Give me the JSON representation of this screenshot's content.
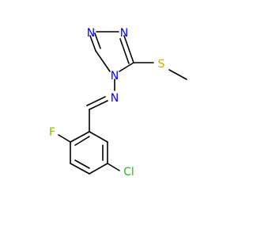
{
  "molecule": {
    "atoms": [
      {
        "id": "N1",
        "label": "N",
        "color": "#0000ff"
      },
      {
        "id": "N2",
        "label": "N",
        "color": "#0000ff"
      },
      {
        "id": "N4",
        "label": "N",
        "color": "#0000ff"
      },
      {
        "id": "Nim",
        "label": "N",
        "color": "#0000ff"
      },
      {
        "id": "S",
        "label": "S",
        "color": "#c8b400"
      },
      {
        "id": "F",
        "label": "F",
        "color": "#7fbf00"
      },
      {
        "id": "Cl",
        "label": "Cl",
        "color": "#2eb82e"
      }
    ],
    "bond_color": "#000000"
  }
}
